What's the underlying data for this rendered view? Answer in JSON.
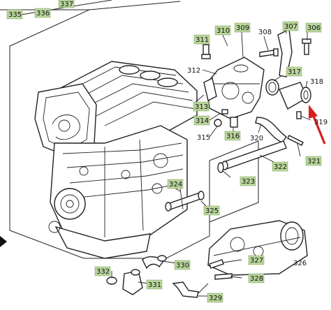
{
  "diagram": {
    "callouts": {
      "c335": "335",
      "c336": "336",
      "c337": "337",
      "c310": "310",
      "c309": "309",
      "c308": "308",
      "c307": "307",
      "c306": "306",
      "c311": "311",
      "c312": "312",
      "c313": "313",
      "c314": "314",
      "c315": "315",
      "c316": "316",
      "c317": "317",
      "c318": "318",
      "c319": "319",
      "c320": "320",
      "c321": "321",
      "c322": "322",
      "c323": "323",
      "c324": "324",
      "c325": "325",
      "c326": "326",
      "c327": "327",
      "c328": "328",
      "c329": "329",
      "c330": "330",
      "c331": "331",
      "c332": "332"
    },
    "colors": {
      "highlight_arrow": "#d42020",
      "tag_fill": "#b9d59b"
    }
  }
}
